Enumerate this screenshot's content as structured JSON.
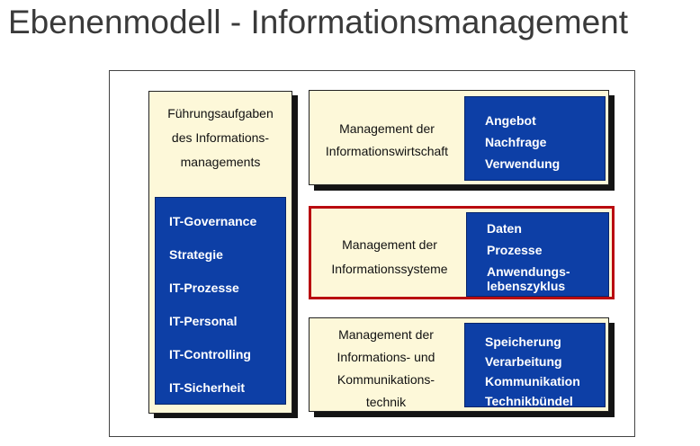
{
  "title": "Ebenenmodell - Informationsmanagement",
  "left": {
    "header": [
      "Führungsaufgaben",
      "des Informations-",
      "managements"
    ],
    "items": [
      "IT-Governance",
      "Strategie",
      "IT-Prozesse",
      "IT-Personal",
      "IT-Controlling",
      "IT-Sicherheit"
    ]
  },
  "layers": [
    {
      "label": [
        "Management der",
        "Informationswirtschaft"
      ],
      "items": [
        "Angebot",
        "Nachfrage",
        "Verwendung"
      ]
    },
    {
      "label": [
        "Management der",
        "Informationssysteme"
      ],
      "items": [
        "Daten",
        "Prozesse",
        "Anwendungs-",
        "lebenszyklus"
      ]
    },
    {
      "label": [
        "Management der",
        "Informations- und",
        "Kommunikations-",
        "technik"
      ],
      "items": [
        "Speicherung",
        "Verarbeitung",
        "Kommunikation",
        "Technikbündel"
      ]
    }
  ],
  "colors": {
    "blue": "#0d3fa6",
    "cream": "#fdf8d9",
    "highlight_border": "#b90b10"
  }
}
